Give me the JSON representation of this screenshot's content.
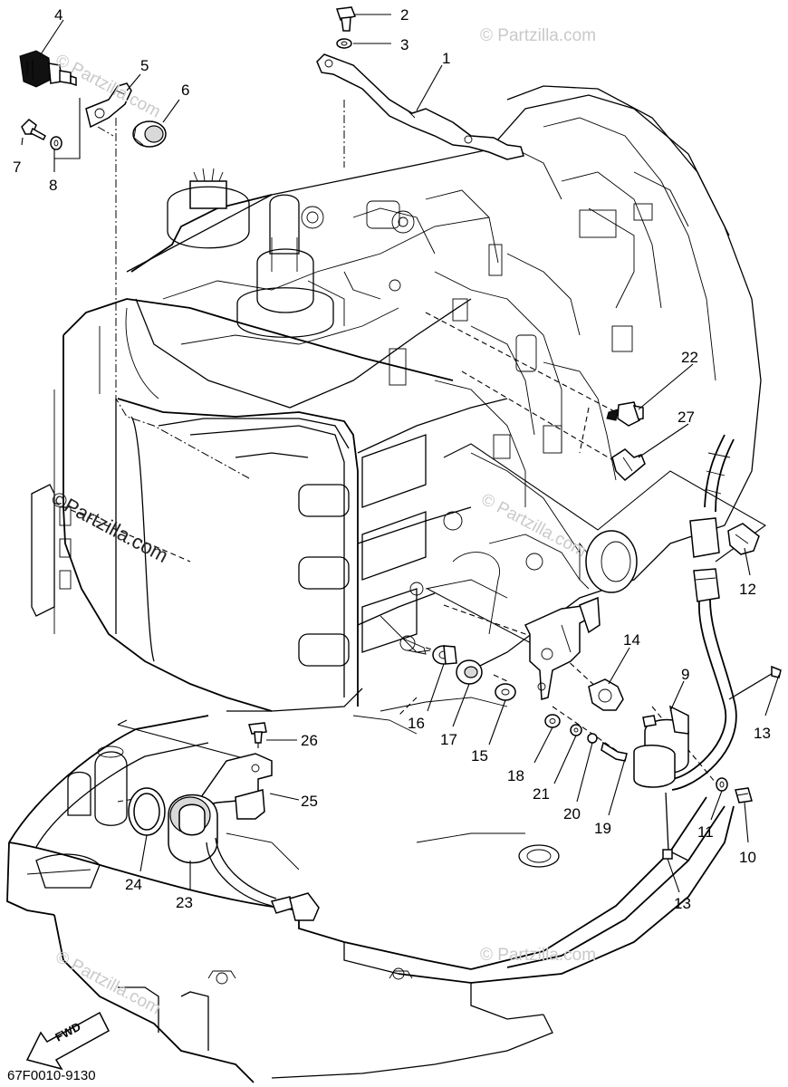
{
  "diagram": {
    "drawing_code": "67F0010-9130",
    "fwd_label": "FWD",
    "watermarks": {
      "main": "©Partzilla.com",
      "faint": "© Partzilla.com"
    },
    "callouts": {
      "c1": "1",
      "c2": "2",
      "c3": "3",
      "c4": "4",
      "c5": "5",
      "c6": "6",
      "c7": "7",
      "c8": "8",
      "c9": "9",
      "c10": "10",
      "c11": "11",
      "c12": "12",
      "c13a": "13",
      "c13b": "13",
      "c14": "14",
      "c15": "15",
      "c16": "16",
      "c17": "17",
      "c18": "18",
      "c19": "19",
      "c20": "20",
      "c21": "21",
      "c22": "22",
      "c23": "23",
      "c24": "24",
      "c25": "25",
      "c26": "26",
      "c27": "27"
    }
  }
}
